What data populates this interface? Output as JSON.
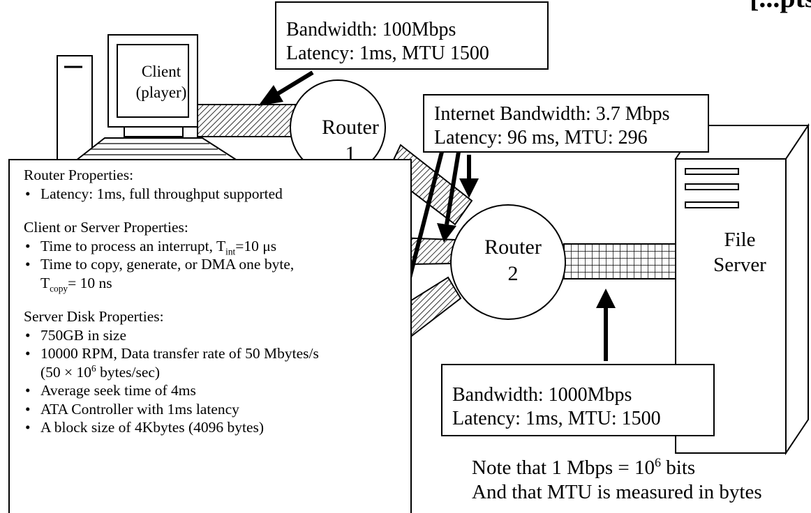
{
  "header_fragment": "[...pts]",
  "client": {
    "line1": "Client",
    "line2": "(player)"
  },
  "router1": {
    "line1": "Router",
    "line2": "1"
  },
  "router2": {
    "line1": "Router",
    "line2": "2"
  },
  "server": {
    "line1": "File",
    "line2": "Server"
  },
  "link_client_router": {
    "line1": "Bandwidth: 100Mbps",
    "line2": "Latency: 1ms, MTU 1500"
  },
  "link_internet": {
    "line1": "Internet Bandwidth: 3.7 Mbps",
    "line2": "Latency: 96 ms, MTU: 296"
  },
  "link_router_server": {
    "line1": "Bandwidth: 1000Mbps",
    "line2": "Latency: 1ms, MTU: 1500"
  },
  "properties": {
    "router_title": "Router Properties:",
    "router_items": [
      "Latency: 1ms, full throughput supported"
    ],
    "cs_title": "Client or Server Properties:",
    "cs_interrupt_prefix": "Time to process an interrupt, T",
    "cs_interrupt_sub": "int",
    "cs_interrupt_suffix": "=10 μs",
    "cs_copy_line1": "Time to copy, generate, or DMA one byte,",
    "cs_copy_prefix": "T",
    "cs_copy_sub": "copy",
    "cs_copy_suffix": "= 10 ns",
    "disk_title": "Server Disk Properties:",
    "disk_size": "750GB in size",
    "disk_rpm_line1": "10000 RPM, Data transfer rate of 50 Mbytes/s",
    "disk_rpm_prefix": "(50 × 10",
    "disk_rpm_sup": "6",
    "disk_rpm_suffix": " bytes/sec)",
    "disk_seek": "Average seek time of 4ms",
    "disk_ata": "ATA Controller with 1ms latency",
    "disk_block": "A block size of 4Kbytes (4096 bytes)"
  },
  "note": {
    "line1_prefix": "Note that 1 Mbps = 10",
    "line1_sup": "6",
    "line1_suffix": " bits",
    "line2": "And that MTU is measured in bytes"
  }
}
